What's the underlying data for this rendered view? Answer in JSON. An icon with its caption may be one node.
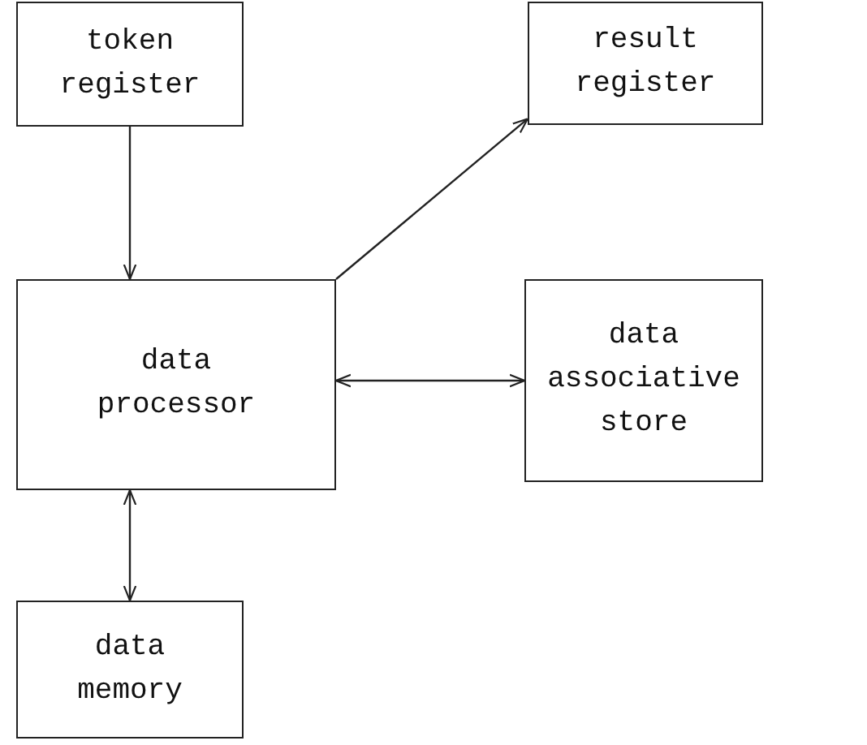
{
  "diagram": {
    "nodes": [
      {
        "text": [
          "token register"
        ]
      },
      {
        "text": [
          "result register"
        ]
      },
      {
        "text": [
          "data processor"
        ]
      },
      {
        "text": [
          "data associative store"
        ]
      },
      {
        "text": [
          "data memory"
        ]
      }
    ],
    "edges": [
      {
        "from": 0,
        "to": 2,
        "arrow": "to"
      },
      {
        "from": 2,
        "to": 1,
        "arrow": "to"
      },
      {
        "from": 2,
        "to": 3,
        "arrow": "both"
      },
      {
        "from": 2,
        "to": 4,
        "arrow": "both"
      }
    ]
  }
}
